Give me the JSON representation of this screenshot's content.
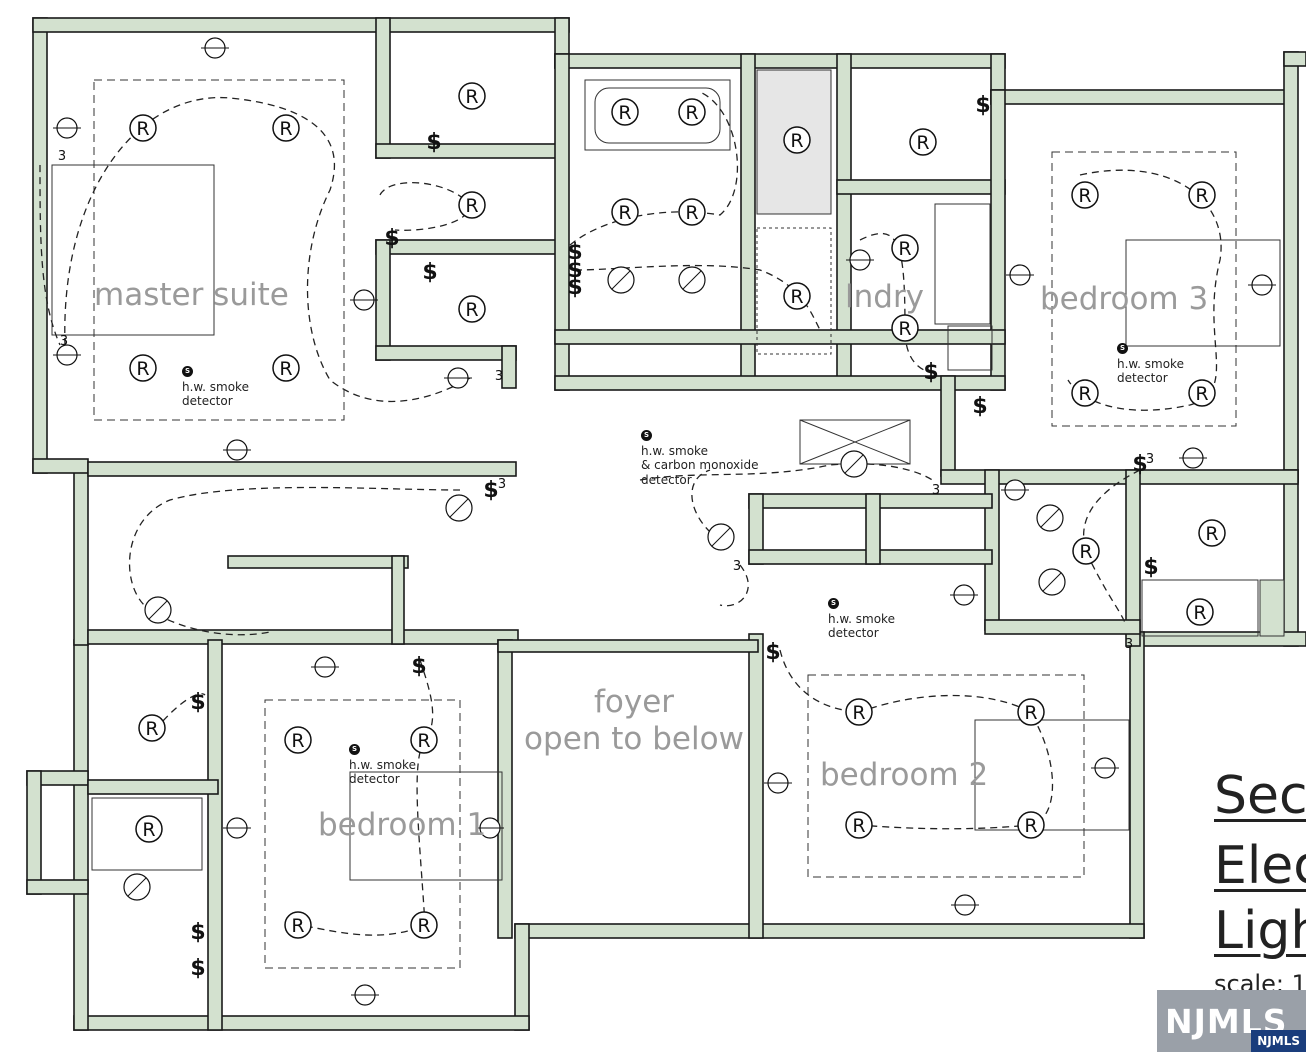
{
  "rooms": {
    "master_suite": "master suite",
    "lndry": "lndry",
    "bedroom3": "bedroom 3",
    "bedroom2": "bedroom 2",
    "bedroom1": "bedroom 1",
    "foyer_line1": "foyer",
    "foyer_line2": "open to below"
  },
  "detectors": {
    "master_line1": "h.w. smoke",
    "master_line2": "detector",
    "hall_line1": "h.w. smoke",
    "hall_line2": "& carbon monoxide",
    "hall_line3": "detector",
    "bed3_line1": "h.w. smoke",
    "bed3_line2": "detector",
    "bed2_line1": "h.w. smoke",
    "bed2_line2": "detector",
    "bed1_line1": "h.w. smoke",
    "bed1_line2": "detector",
    "dot_symbol": "S"
  },
  "symbols": {
    "recessed": "R",
    "switch": "$",
    "three_way": "3"
  },
  "title": {
    "line1": "Sec",
    "line2": "Elec",
    "line3": "Ligh",
    "scale": "scale: 1"
  },
  "logo": {
    "main": "NJMLS",
    "small": "NJMLS"
  },
  "colors": {
    "wall_fill": "#d3e1cf",
    "wall_stroke": "#1a1a1a",
    "label_gray": "#9a9a9a",
    "logo_bg": "#9aa0a8",
    "logo_badge": "#1a3d7c"
  }
}
